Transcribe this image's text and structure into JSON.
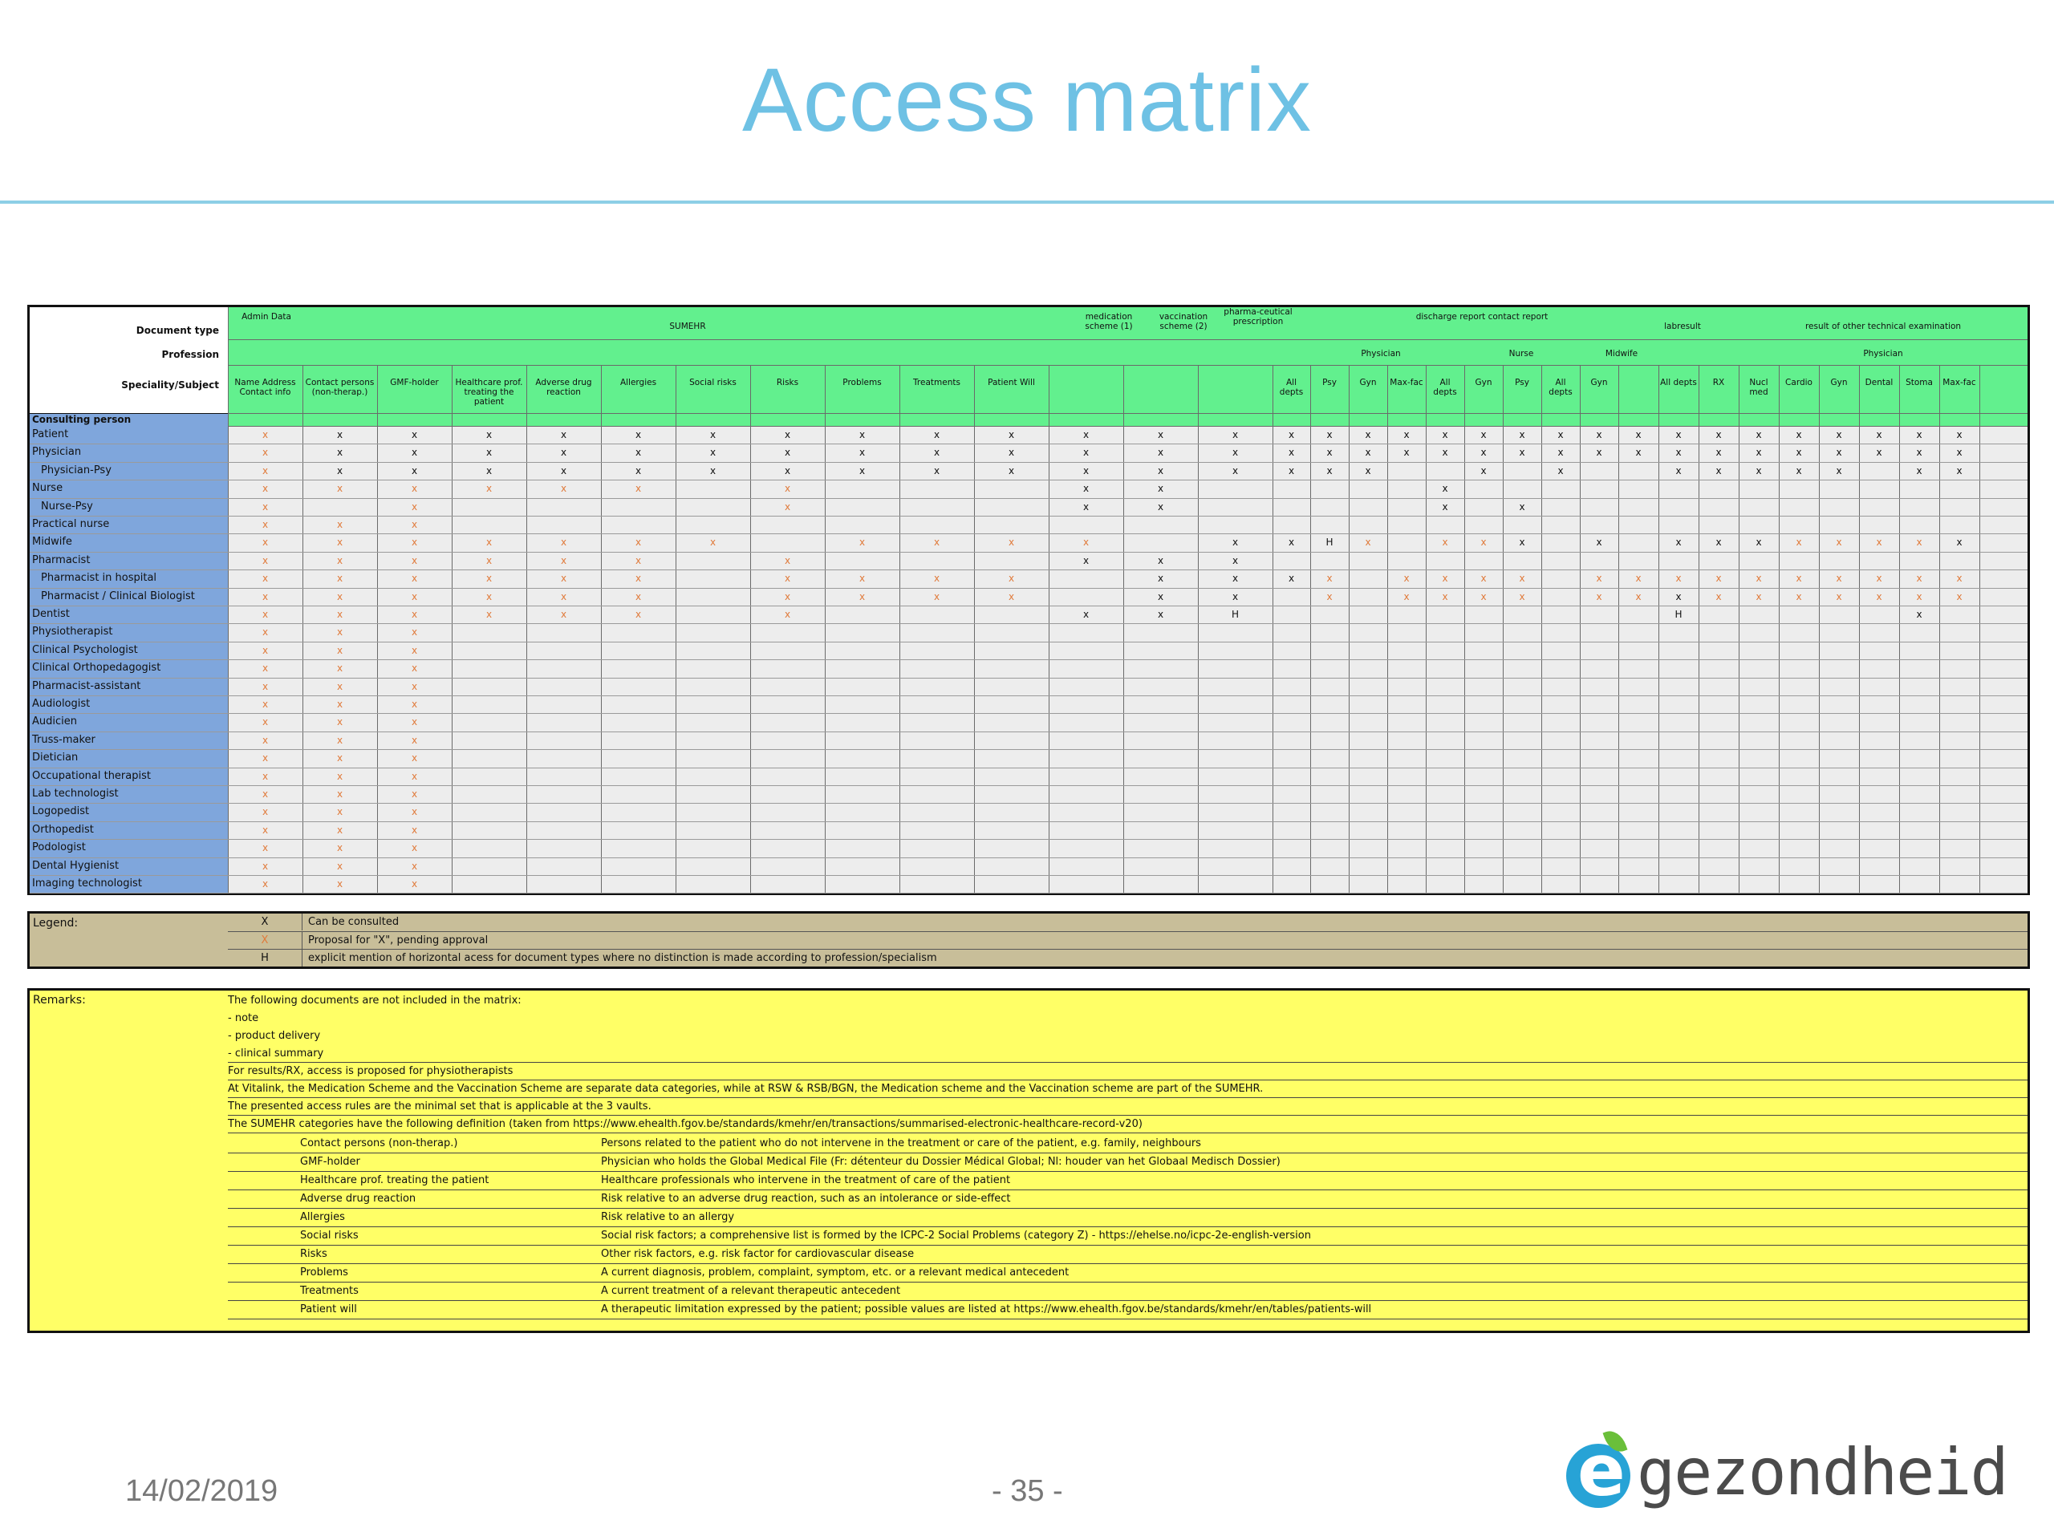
{
  "slide": {
    "title": "Access matrix",
    "date": "14/02/2019",
    "page": "- 35 -",
    "logo_text": "gezondheid",
    "logo_letter": "e"
  },
  "matrix": {
    "header_labels": {
      "document_type": "Document type",
      "profession": "Profession",
      "speciality": "Speciality/Subject",
      "consulting_person": "Consulting person"
    },
    "groups": {
      "admin": "Admin Data",
      "sumehr": "SUMEHR",
      "medication": "medication scheme (1)",
      "vaccination": "vaccination scheme (2)",
      "pharma": "pharma-ceutical prescription",
      "discharge": "discharge report contact report",
      "labresult": "labresult",
      "other_exam": "result of other technical examination",
      "physician": "Physician",
      "nurse": "Nurse",
      "midwife": "Midwife",
      "physician2": "Physician"
    },
    "columns": [
      "Name Address Contact info",
      "Contact persons (non-therap.)",
      "GMF-holder",
      "Healthcare prof. treating the patient",
      "Adverse drug reaction",
      "Allergies",
      "Social risks",
      "Risks",
      "Problems",
      "Treatments",
      "Patient Will",
      "",
      "",
      "",
      "All depts",
      "Psy",
      "Gyn",
      "Max-fac",
      "All depts",
      "Gyn",
      "Psy",
      "All depts",
      "Gyn",
      "",
      "All depts",
      "RX",
      "Nucl med",
      "Cardio",
      "Gyn",
      "Dental",
      "Stoma",
      "Max-fac"
    ],
    "rows": [
      {
        "label": "Patient",
        "indent": false,
        "cells": "oxxxxxxxxxxxxxxxxxxxxxxxxxxxxxxx"
      },
      {
        "label": "Physician",
        "indent": false,
        "cells": "oxxxxxxxxxxxxxxxxxxxxxxxxxxxxxxx"
      },
      {
        "label": "Physician-Psy",
        "indent": true,
        "cells": "oxxxxxxxxxxxxxxxx..x.x..xxxxx.xxx"
      },
      {
        "label": "Nurse",
        "indent": false,
        "cells": "oooooo.o...xx.....x.............."
      },
      {
        "label": "Nurse-Psy",
        "indent": true,
        "cells": "o.o....o...xx.....x.x............"
      },
      {
        "label": "Practical nurse",
        "indent": false,
        "cells": "ooo............................."
      },
      {
        "label": "Midwife",
        "indent": false,
        "cells": "ooooooo.oooo xxHo.oox x xxxooooxoo"
      },
      {
        "label": "Pharmacist",
        "indent": false,
        "cells": "oooooo.o...xxx.................."
      },
      {
        "label": "Pharmacist in hospital",
        "indent": true,
        "cells": "oooooo.oooo xxxo.oooo.oooooooooo"
      },
      {
        "label": "Pharmacist / Clinical Biologist",
        "indent": true,
        "cells": "oooooo.oooo xx.o.oooo.ooxoooooooo"
      },
      {
        "label": "Dentist",
        "indent": false,
        "cells": "oooooo.o...xxH..........H.....x.."
      },
      {
        "label": "Physiotherapist",
        "indent": false,
        "cells": "ooo"
      },
      {
        "label": "Clinical Psychologist",
        "indent": false,
        "cells": "ooo"
      },
      {
        "label": "Clinical Orthopedagogist",
        "indent": false,
        "cells": "ooo"
      },
      {
        "label": "Pharmacist-assistant",
        "indent": false,
        "cells": "ooo"
      },
      {
        "label": "Audiologist",
        "indent": false,
        "cells": "ooo"
      },
      {
        "label": "Audicien",
        "indent": false,
        "cells": "ooo"
      },
      {
        "label": "Truss-maker",
        "indent": false,
        "cells": "ooo"
      },
      {
        "label": "Dietician",
        "indent": false,
        "cells": "ooo"
      },
      {
        "label": "Occupational therapist",
        "indent": false,
        "cells": "ooo"
      },
      {
        "label": "Lab technologist",
        "indent": false,
        "cells": "ooo"
      },
      {
        "label": "Logopedist",
        "indent": false,
        "cells": "ooo"
      },
      {
        "label": "Orthopedist",
        "indent": false,
        "cells": "ooo"
      },
      {
        "label": "Podologist",
        "indent": false,
        "cells": "ooo"
      },
      {
        "label": "Dental Hygienist",
        "indent": false,
        "cells": "ooo"
      },
      {
        "label": "Imaging technologist",
        "indent": false,
        "cells": "ooo"
      }
    ]
  },
  "legend": {
    "label": "Legend:",
    "items": [
      {
        "symbol": "X",
        "color": "#111111",
        "text": "Can be consulted"
      },
      {
        "symbol": "X",
        "color": "#e07a3a",
        "text": "Proposal for \"X\", pending approval"
      },
      {
        "symbol": "H",
        "color": "#111111",
        "text": "explicit mention of horizontal acess for document types where no distinction is made according to profession/specialism"
      }
    ]
  },
  "remarks": {
    "label": "Remarks:",
    "lines": [
      "The following documents are not included in the matrix:",
      "- note",
      "- product delivery",
      "- clinical summary",
      "For results/RX, access is proposed for physiotherapists",
      "At Vitalink, the Medication Scheme and the Vaccination Scheme are separate data categories, while at RSW & RSB/BGN, the Medication scheme and the Vaccination scheme are part of the SUMEHR.",
      "The presented access rules are the minimal set that is applicable at the 3 vaults.",
      "The SUMEHR categories have the following definition (taken from https://www.ehealth.fgov.be/standards/kmehr/en/transactions/summarised-electronic-healthcare-record-v20)"
    ],
    "definitions": [
      {
        "term": "Contact persons (non-therap.)",
        "def": "Persons related to the patient who do not intervene in the treatment or care of the patient, e.g. family, neighbours"
      },
      {
        "term": "GMF-holder",
        "def": "Physician who holds the Global Medical File (Fr: détenteur du Dossier Médical Global; Nl: houder van het Globaal Medisch Dossier)"
      },
      {
        "term": "Healthcare prof. treating the patient",
        "def": "Healthcare professionals who intervene in the treatment of care of the patient"
      },
      {
        "term": "Adverse drug reaction",
        "def": "Risk relative to an adverse drug reaction, such as an intolerance or side-effect"
      },
      {
        "term": "Allergies",
        "def": "Risk relative to an allergy"
      },
      {
        "term": "Social risks",
        "def": "Social risk factors; a comprehensive list is formed by the ICPC-2 Social Problems (category Z) - https://ehelse.no/icpc-2e-english-version"
      },
      {
        "term": "Risks",
        "def": "Other risk factors, e.g. risk factor for cardiovascular disease"
      },
      {
        "term": "Problems",
        "def": "A current diagnosis, problem, complaint, symptom, etc. or a relevant medical antecedent"
      },
      {
        "term": "Treatments",
        "def": "A current treatment of a relevant therapeutic antecedent"
      },
      {
        "term": "Patient will",
        "def": "A therapeutic limitation expressed by the patient; possible values are listed at https://www.ehealth.fgov.be/standards/kmehr/en/tables/patients-will"
      }
    ]
  }
}
